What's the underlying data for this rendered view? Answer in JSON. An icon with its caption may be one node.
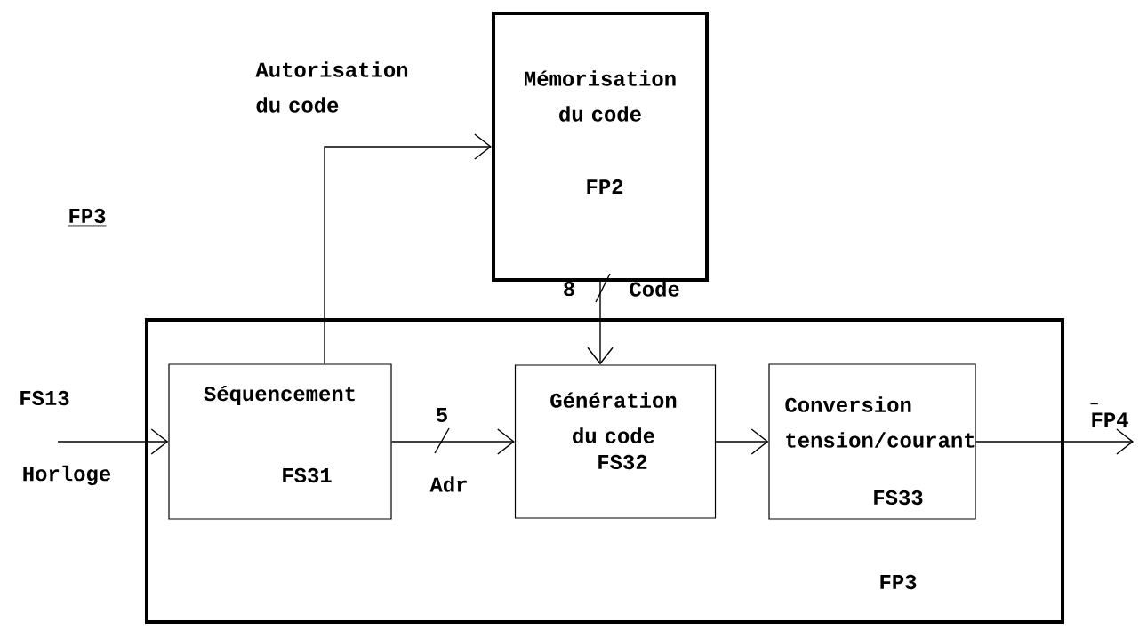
{
  "diagram": {
    "title": "FP3",
    "nodes": [
      {
        "text": [
          "Mémorisation du code",
          "FP2"
        ]
      },
      {
        "text": [
          "FP3"
        ]
      },
      {
        "text": [
          "Séquencement",
          "FS31"
        ],
        "in": 1
      },
      {
        "text": [
          "Génération du code",
          "FS32"
        ],
        "in": 1
      },
      {
        "text": [
          "Conversion tension/courant",
          "FS33"
        ],
        "in": 1
      }
    ],
    "edges": [
      {
        "from": null,
        "to": 2,
        "arrow": "to",
        "label": "FS13"
      },
      {
        "from": 2,
        "to": 0,
        "arrow": "to",
        "label": "Autorisation du code"
      },
      {
        "from": 0,
        "to": 3,
        "arrow": "to",
        "label": "Code"
      },
      {
        "from": 2,
        "to": 3,
        "arrow": "to",
        "label": "Adr"
      },
      {
        "from": 3,
        "to": 4,
        "arrow": "to"
      },
      {
        "from": 4,
        "to": null,
        "arrow": "to",
        "label": "FP4"
      }
    ],
    "labels": [
      "8",
      "5",
      "Horloge"
    ]
  }
}
